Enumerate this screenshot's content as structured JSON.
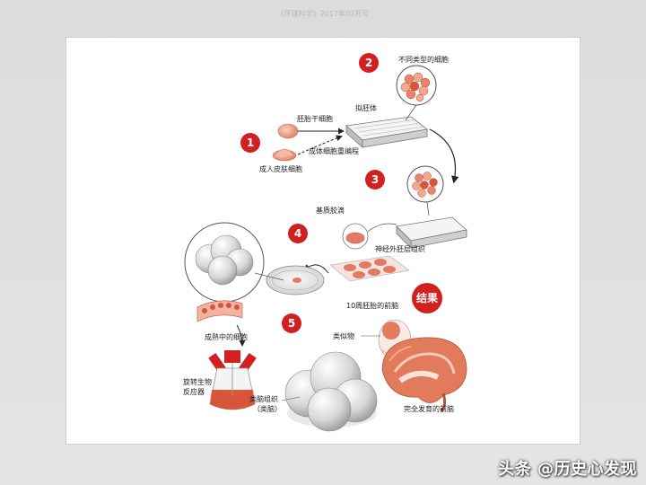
{
  "header": {
    "caption": "《环球科学》2017年02月号"
  },
  "watermark": {
    "text": "头条 @历史心发现"
  },
  "diagram": {
    "steps": [
      "1",
      "2",
      "3",
      "4",
      "5"
    ],
    "result_badge": "结果",
    "labels": {
      "embryonic_stem_cells": "胚胎干细胞",
      "adult_reprogramming": "成体细胞重编程",
      "adult_skin_cells": "成人皮肤细胞",
      "embryoid_body": "拟胚体",
      "different_cell_types": "不同类型的细胞",
      "matrigel_drop": "基质胶滴",
      "neuroectoderm": "神经外胚层组织",
      "maturing_cells": "成熟中的细胞",
      "spinning_bioreactor": "旋转生物反应器",
      "cerebral_organoid": "类脑组织（类脑）",
      "fetal_brain_10wk": "10周胚胎的前脑",
      "organoid_short": "类似物",
      "mature_forebrain": "完全发育的前脑"
    },
    "colors": {
      "step_red": "#d21f1f",
      "tissue_red": "#d9553a",
      "cell_pink": "#f2a98e"
    }
  }
}
